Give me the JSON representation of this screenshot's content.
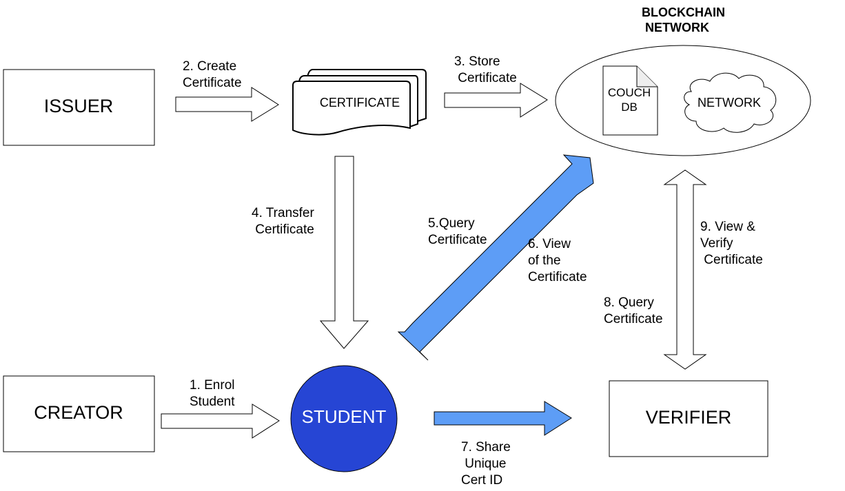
{
  "header": {
    "blockchain_title": "BLOCKCHAIN\n NETWORK"
  },
  "nodes": {
    "issuer": "ISSUER",
    "creator": "CREATOR",
    "student": "STUDENT",
    "verifier": "VERIFIER",
    "certificate": "CERTIFICATE",
    "couch_db": [
      "COUCH",
      "DB"
    ],
    "network": "NETWORK"
  },
  "steps": {
    "s1": "1. Enrol\nStudent",
    "s2": "2. Create\nCertificate",
    "s3": "3. Store\n Certificate",
    "s4": "4. Transfer\n Certificate",
    "s5": "5.Query\nCertificate",
    "s6": "6. View\nof the\nCertificate",
    "s7": "7. Share\n Unique\nCert ID",
    "s8": "8. Query\nCertificate",
    "s9": "9. View &\nVerify\n Certificate"
  },
  "colors": {
    "student_fill": "#2645d4",
    "blue_arrow": "#5d9df6",
    "outline": "#000000"
  }
}
